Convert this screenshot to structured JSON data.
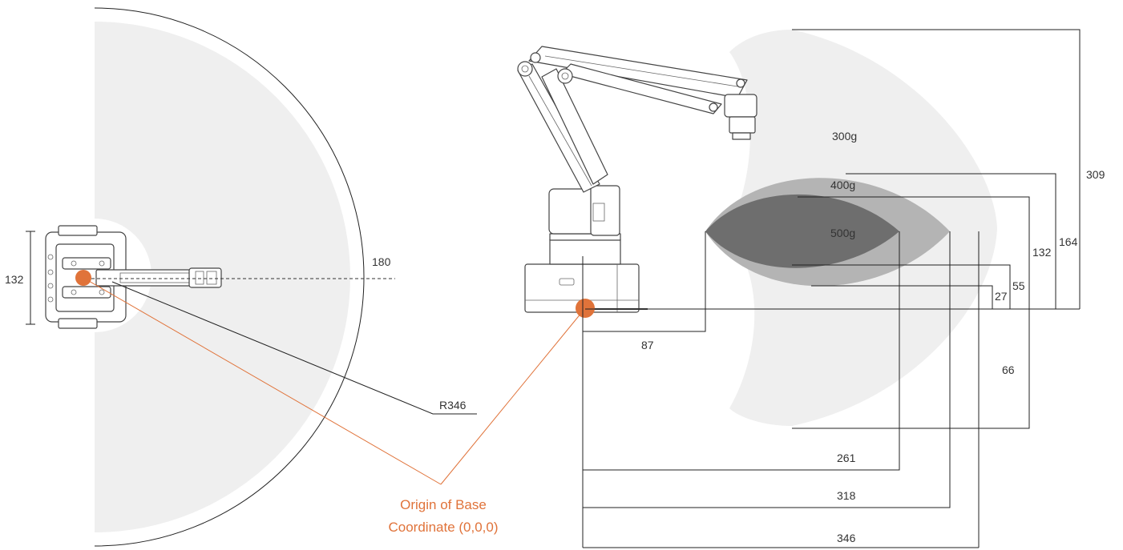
{
  "top_view": {
    "width_label": "132",
    "inner_radius_label": "180",
    "outer_radius_label": "R346"
  },
  "origin": {
    "label_line1": "Origin of Base",
    "label_line2": "Coordinate (0,0,0)"
  },
  "side_view": {
    "payload_labels": {
      "light": "300g",
      "mid": "400g",
      "dark": "500g"
    },
    "dimensions": {
      "height_total": "309",
      "height_164": "164",
      "height_132": "132",
      "height_55": "55",
      "height_27": "27",
      "offset_87": "87",
      "depth_66": "66",
      "reach_261": "261",
      "reach_318": "318",
      "reach_346": "346"
    }
  },
  "colors": {
    "light_zone": "#efefef",
    "mid_zone": "#b4b4b4",
    "dark_zone": "#6e6e6e",
    "origin": "#e0733a",
    "line": "#222222"
  }
}
